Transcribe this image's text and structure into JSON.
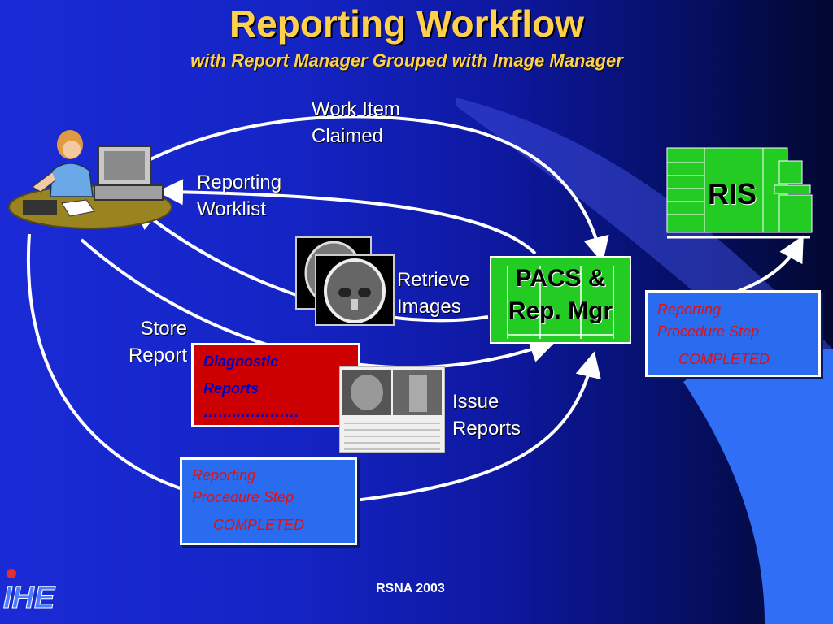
{
  "title": "Reporting Workflow",
  "subtitle": "with Report Manager Grouped with Image Manager",
  "labels": {
    "work_item_claimed": [
      "Work Item",
      "Claimed"
    ],
    "reporting_worklist": [
      "Reporting",
      "Worklist"
    ],
    "retrieve_images": [
      "Retrieve",
      "Images"
    ],
    "store_report": [
      "Store",
      "Report"
    ],
    "issue_reports": [
      "Issue",
      "Reports"
    ]
  },
  "pacs": {
    "line1": "PACS &",
    "line2": "Rep. Mgr",
    "color": "#22cc22"
  },
  "ris": {
    "label": "RIS",
    "color": "#22cc22"
  },
  "diagnostic_reports": {
    "line1": "Diagnostic",
    "line2": "Reports",
    "line3": "……..…………",
    "color": "#cc0000"
  },
  "rps_right": {
    "line1": "Reporting",
    "line2": "Procedure Step",
    "line3": "COMPLETED"
  },
  "rps_bottom": {
    "line1": "Reporting",
    "line2": "Procedure Step",
    "line3": "COMPLETED"
  },
  "footer": "RSNA 2003",
  "logo": {
    "text": "IHE"
  },
  "colors": {
    "title": "#ffd04a",
    "accent_box": "#2a6cf0",
    "status_text": "#e01010"
  },
  "icons": [
    "radiologist-workstation-icon",
    "ct-image-icon",
    "report-document-icon",
    "server-rack-icon",
    "arrow-icon"
  ]
}
